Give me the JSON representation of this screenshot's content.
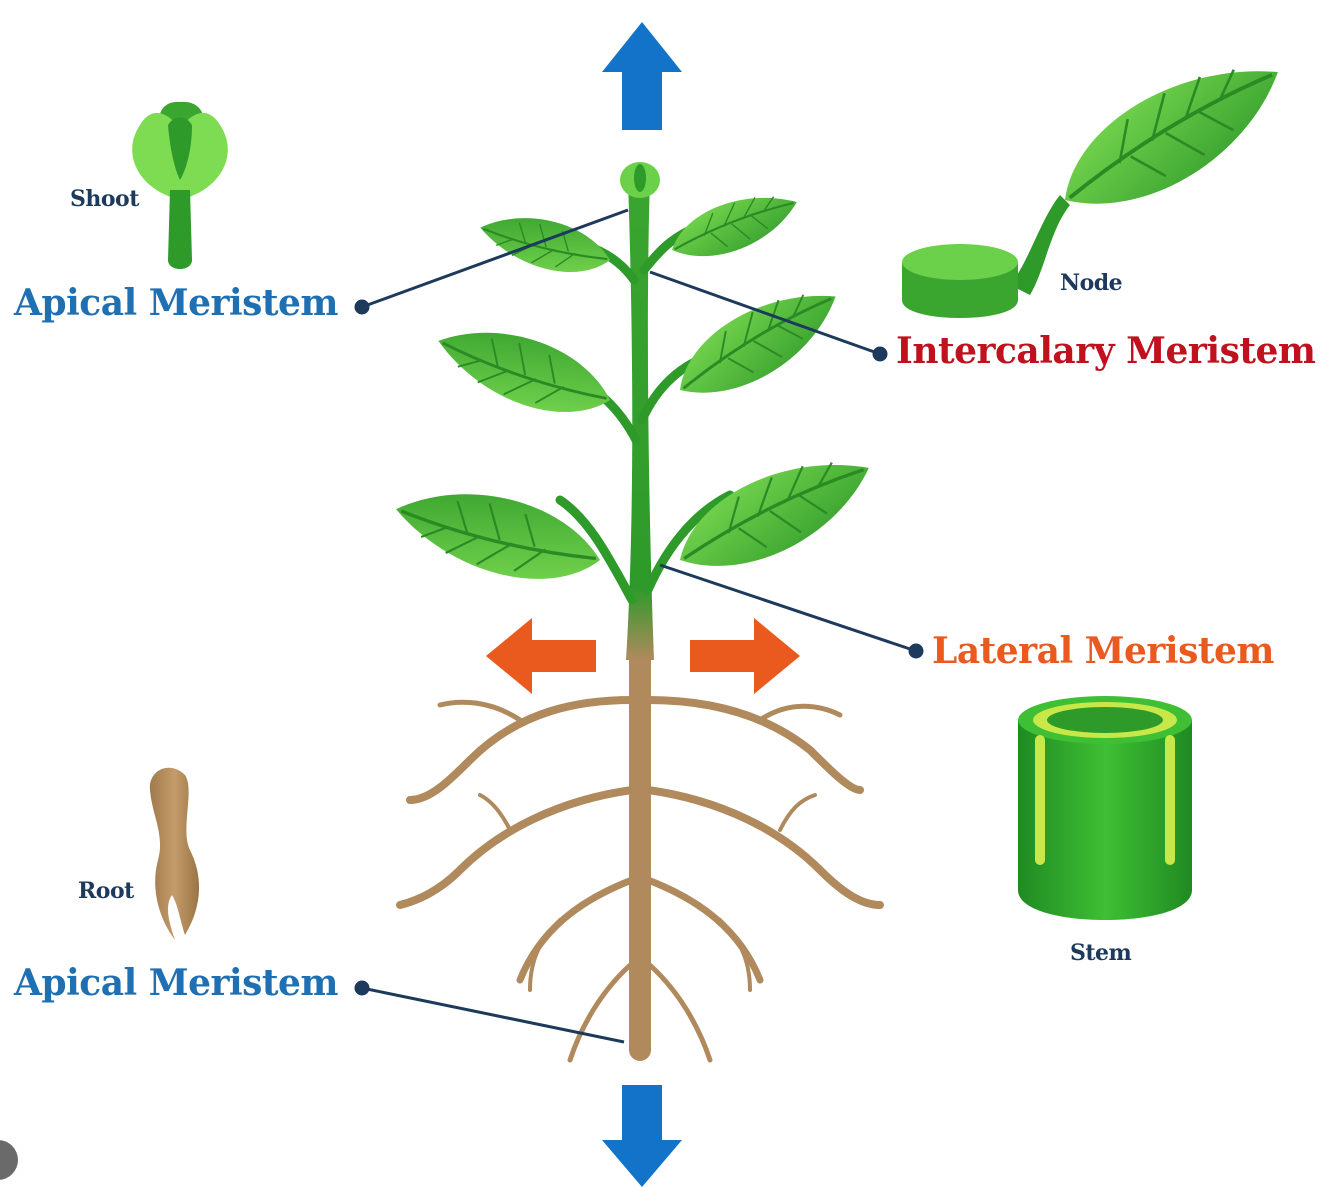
{
  "labels": {
    "apical_meristem_shoot": "Apical Meristem",
    "apical_meristem_root": "Apical Meristem",
    "intercalary_meristem": "Intercalary Meristem",
    "lateral_meristem": "Lateral Meristem",
    "shoot": "Shoot",
    "root": "Root",
    "node": "Node",
    "stem": "Stem"
  },
  "colors": {
    "apical": "#1f6fb3",
    "intercalary": "#c0111f",
    "lateral": "#ea5a1f",
    "caption": "#1d3a5c",
    "leaf_dark": "#2f9a2a",
    "leaf_light": "#6cd14a",
    "root": "#b08a5c",
    "arrow_blue": "#1273c8",
    "arrow_orange": "#ea5a1f"
  },
  "icons": {
    "up_arrow": "blue-up-arrow-icon",
    "down_arrow": "blue-down-arrow-icon",
    "side_arrows": "orange-side-arrows-icon"
  }
}
